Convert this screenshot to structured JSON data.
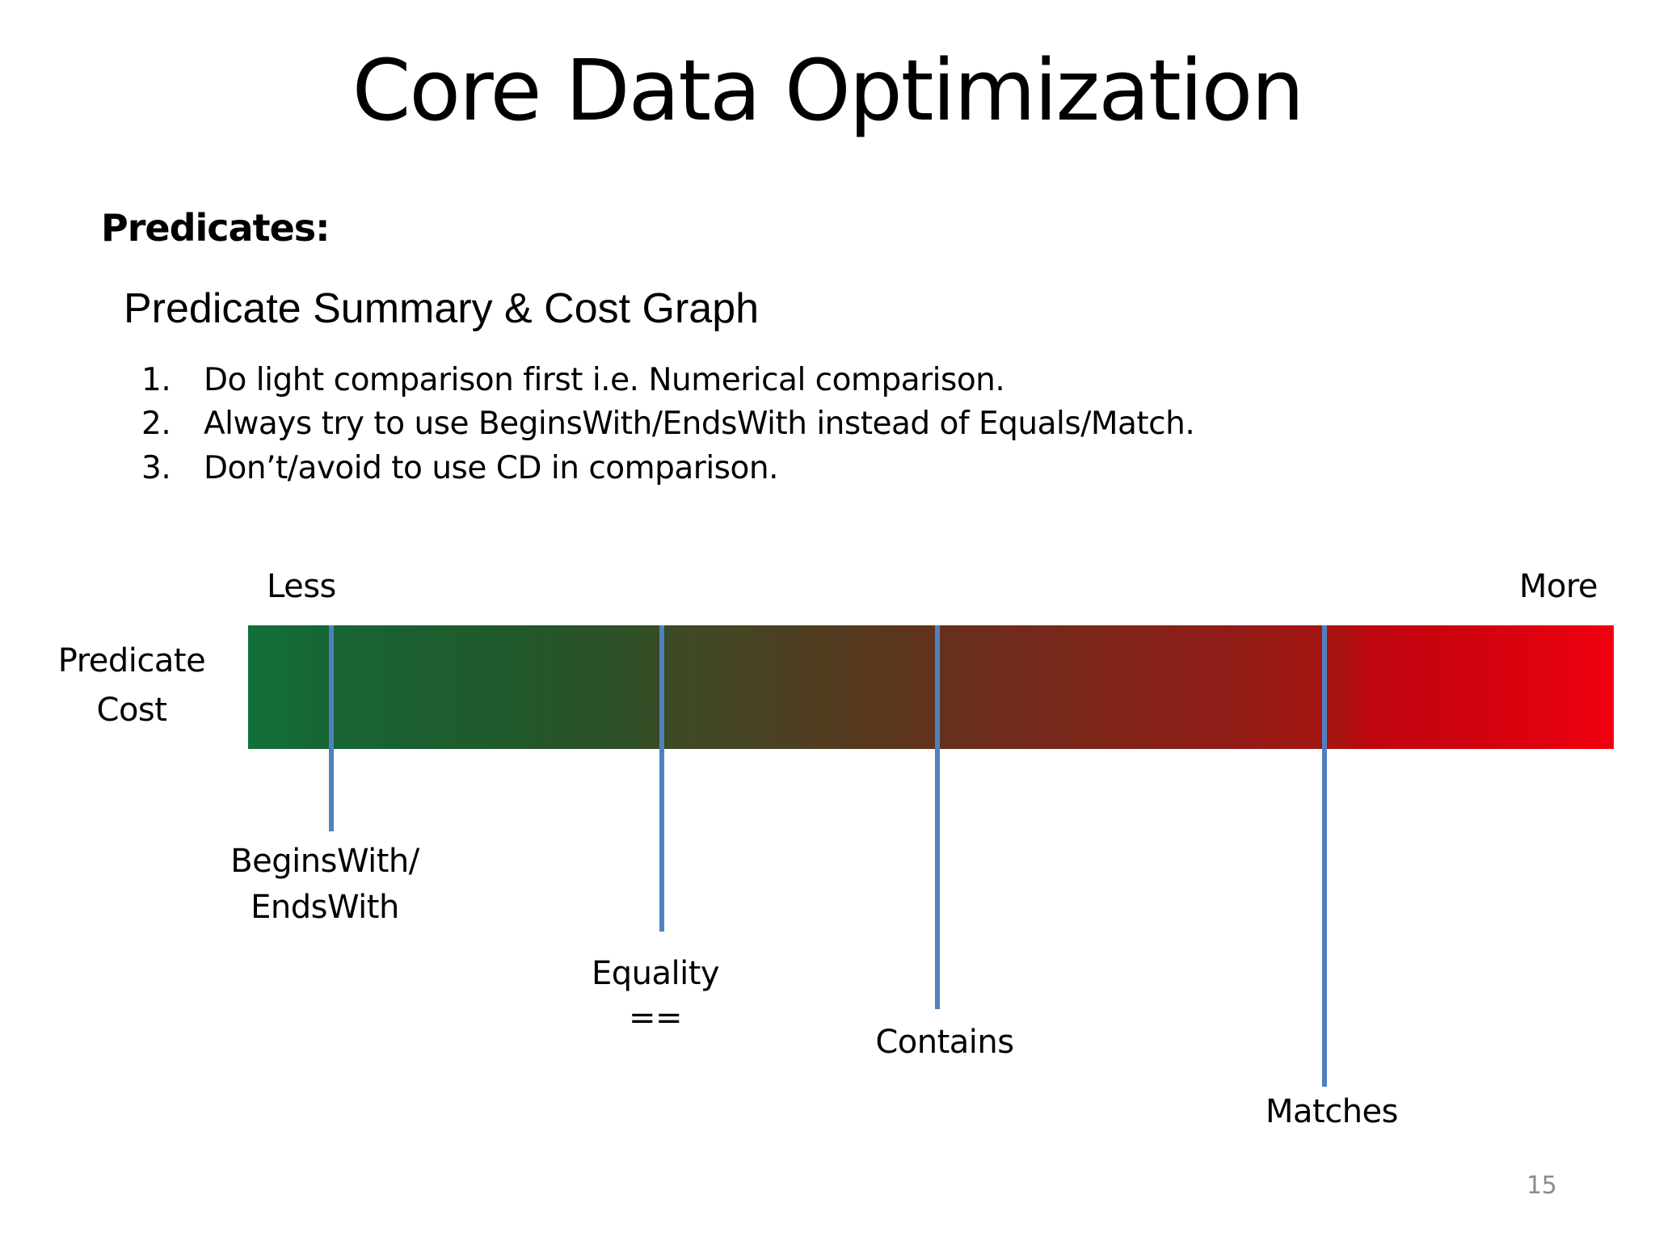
{
  "slide": {
    "title": "Core Data Optimization",
    "heading": "Predicates:",
    "subtitle": "Predicate Summary & Cost Graph",
    "list": [
      {
        "num": "1.",
        "text": "Do light comparison first i.e. Numerical comparison."
      },
      {
        "num": "2.",
        "text": "Always try to use BeginsWith/EndsWith instead of Equals/Match."
      },
      {
        "num": "3.",
        "text": "Don’t/avoid to use CD in comparison."
      }
    ],
    "page_number": "15"
  },
  "cost_graph": {
    "axis_label_line1": "Predicate",
    "axis_label_line2": "Cost",
    "scale_low": "Less",
    "scale_high": "More",
    "gradient_start_color": "#12703a",
    "gradient_end_color": "#f2000f",
    "marker_color": "#4f81bd",
    "markers": [
      {
        "label_line1": "BeginsWith/",
        "label_line2": "EndsWith"
      },
      {
        "label_line1": "Equality",
        "label_line2": "=="
      },
      {
        "label_line1": "Contains",
        "label_line2": ""
      },
      {
        "label_line1": "Matches",
        "label_line2": ""
      }
    ]
  },
  "chart_data": {
    "type": "bar",
    "title": "Predicate Summary & Cost Graph",
    "ylabel": "Predicate Cost",
    "xlabel": "",
    "scale": [
      "Less",
      "More"
    ],
    "categories": [
      "BeginsWith/EndsWith",
      "Equality ==",
      "Contains",
      "Matches"
    ],
    "values": [
      6,
      30,
      50,
      78
    ],
    "xlim": [
      0,
      100
    ],
    "grid": false,
    "legend": "none"
  }
}
